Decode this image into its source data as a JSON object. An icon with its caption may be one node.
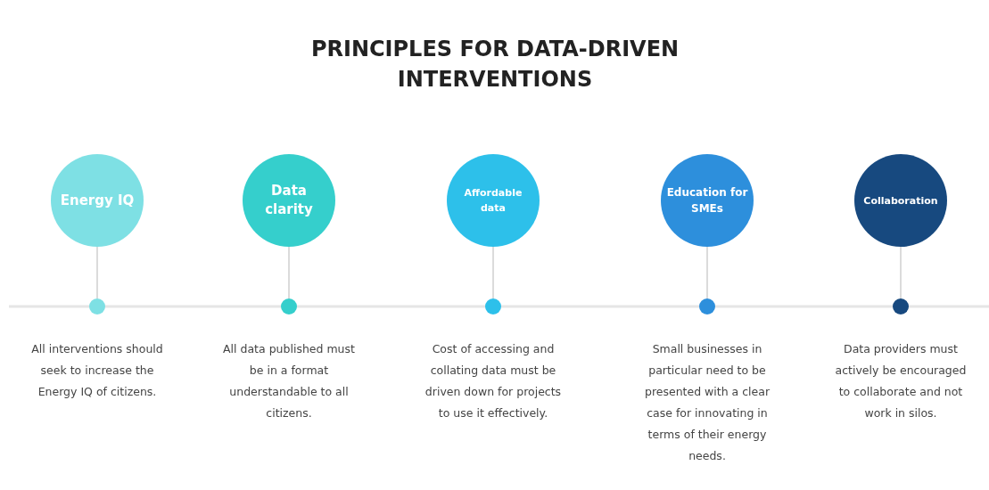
{
  "diagram": {
    "title": "PRINCIPLES FOR DATA-DRIVEN INTERVENTIONS",
    "nodes": [
      {
        "text": [
          "Energy IQ"
        ]
      },
      {
        "text": [
          "Data clarity"
        ]
      },
      {
        "text": [
          "Affordable data"
        ]
      },
      {
        "text": [
          "Education for SMEs"
        ]
      },
      {
        "text": [
          "Collaboration"
        ]
      },
      {
        "text": [],
        "shape": "circle",
        "beside": [
          "All interventions should seek to increase the Energy IQ of citizens."
        ]
      },
      {
        "text": [],
        "shape": "circle",
        "beside": [
          "All data published must be in a format understandable to all citizens."
        ]
      },
      {
        "text": [],
        "shape": "circle",
        "beside": [
          "Cost of accessing and collating data must be driven down for projects to use it effectively."
        ]
      },
      {
        "text": [],
        "shape": "circle",
        "beside": [
          "Small businesses in particular need to be presented with a clear case for innovating in terms of their energy needs."
        ]
      },
      {
        "text": [],
        "shape": "circle",
        "beside": [
          "Data providers must actively be encouraged to collaborate and not work in silos."
        ]
      }
    ],
    "edges": [
      {
        "from": 0,
        "to": 5,
        "arrow": "none"
      },
      {
        "from": 1,
        "to": 6,
        "arrow": "none"
      },
      {
        "from": 2,
        "to": 7,
        "arrow": "none"
      },
      {
        "from": 3,
        "to": 8,
        "arrow": "none"
      },
      {
        "from": 4,
        "to": 9,
        "arrow": "none"
      }
    ]
  }
}
